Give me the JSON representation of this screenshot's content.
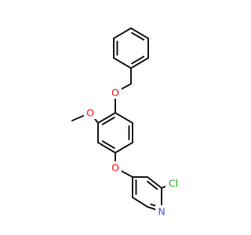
{
  "molecule": {
    "atoms": [
      {
        "id": "O1",
        "label": "O",
        "color": "#ff0d0d"
      },
      {
        "id": "O2",
        "label": "O",
        "color": "#ff0d0d"
      },
      {
        "id": "O3",
        "label": "O",
        "color": "#ff0d0d"
      },
      {
        "id": "Cl",
        "label": "Cl",
        "color": "#1fae1f"
      },
      {
        "id": "N",
        "label": "N",
        "color": "#3050f8"
      }
    ],
    "bond_color": "#1a1a1a"
  }
}
